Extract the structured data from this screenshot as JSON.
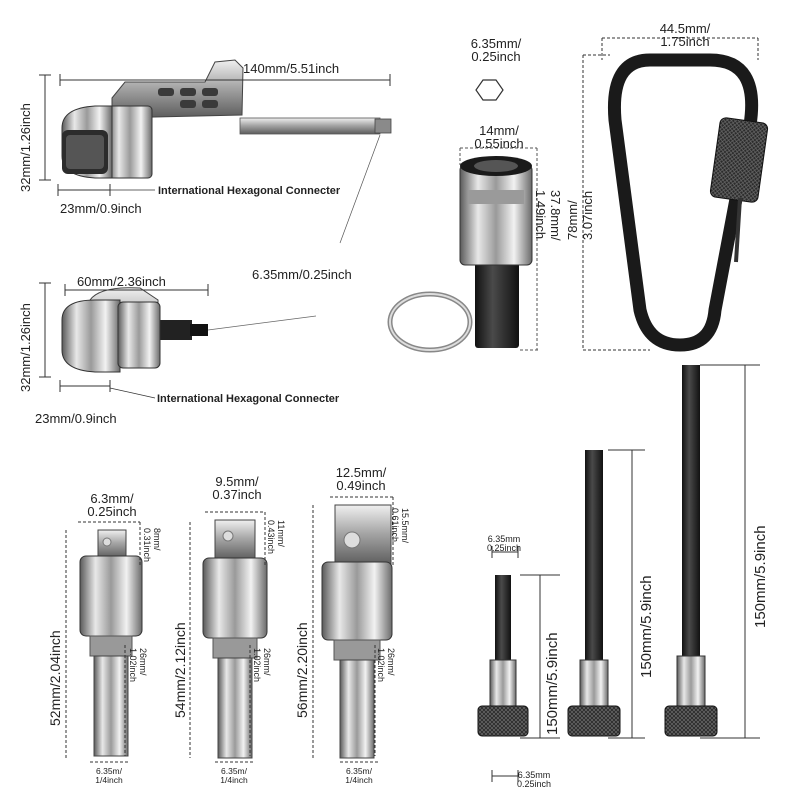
{
  "angle_adapter_long": {
    "length": "140mm/5.51inch",
    "height": "32mm/1.26inch",
    "width": "23mm/0.9inch",
    "connector": "International Hexagonal Connecter",
    "shaft": "6.35mm/0.25inch"
  },
  "angle_adapter_short": {
    "length": "60mm/2.36inch",
    "height": "32mm/1.26inch",
    "width": "23mm/0.9inch",
    "connector": "International Hexagonal Connecter"
  },
  "hex_size": {
    "line1": "6.35mm/",
    "line2": "0.25inch"
  },
  "keyring_holder": {
    "width_line1": "14mm/",
    "width_line2": "0.55inch",
    "height_line1": "37.8mm/",
    "height_line2": "1.49inch"
  },
  "carabiner": {
    "width_line1": "44.5mm/",
    "width_line2": "1.75inch",
    "height_line1": "78mm/",
    "height_line2": "3.07inch"
  },
  "sockets": [
    {
      "top1": "6.3mm/",
      "top2": "0.25inch",
      "tip1": "8mm/",
      "tip2": "0.31inch",
      "length": "52mm/2.04inch",
      "hex1": "26mm/",
      "hex2": "1.02inch",
      "bot1": "6.35m/",
      "bot2": "1/4inch"
    },
    {
      "top1": "9.5mm/",
      "top2": "0.37inch",
      "tip1": "11mm/",
      "tip2": "0.43inch",
      "length": "54mm/2.12inch",
      "hex1": "26mm/",
      "hex2": "1.02inch",
      "bot1": "6.35m/",
      "bot2": "1/4inch"
    },
    {
      "top1": "12.5mm/",
      "top2": "0.49inch",
      "tip1": "15.5mm/",
      "tip2": "0.61inch",
      "length": "56mm/2.20inch",
      "hex1": "26mm/",
      "hex2": "1.02inch",
      "bot1": "6.35m/",
      "bot2": "1/4inch"
    }
  ],
  "extensions": {
    "top1": "6.35mm",
    "top2": "0.25inch",
    "bot1": "6.35mm",
    "bot2": "0.25inch",
    "lengths": [
      "150mm/5.9inch",
      "150mm/5.9inch",
      "150mm/5.9inch"
    ]
  }
}
